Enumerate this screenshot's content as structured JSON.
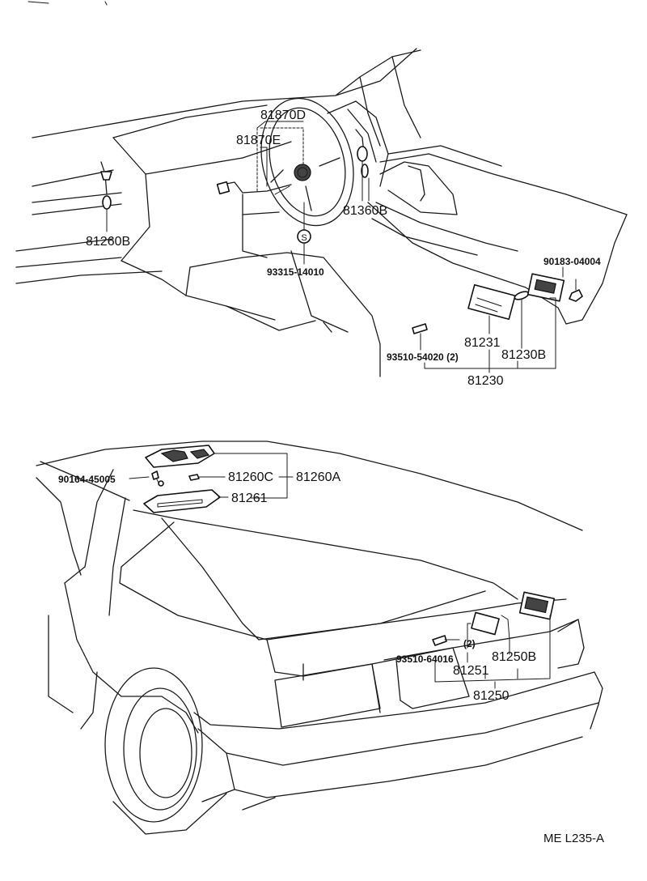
{
  "labels": {
    "p81870D": "81870D",
    "p81870E": "81870E",
    "p81260B": "81260B",
    "p81360B": "81360B",
    "p93315": "93315-14010",
    "p90183": "90183-04004",
    "p81231": "81231",
    "p81230B": "81230B",
    "p93510a": "93510-54020 (2)",
    "p81230": "81230",
    "p90164": "90164-45005",
    "p81260C": "81260C",
    "p81260A": "81260A",
    "p81261": "81261",
    "p2": "(2)",
    "p93510b": "93510-64016",
    "p81250B": "81250B",
    "p81251": "81251",
    "p81250": "81250",
    "screw_mark": "S",
    "footer": "ME  L235-A"
  }
}
